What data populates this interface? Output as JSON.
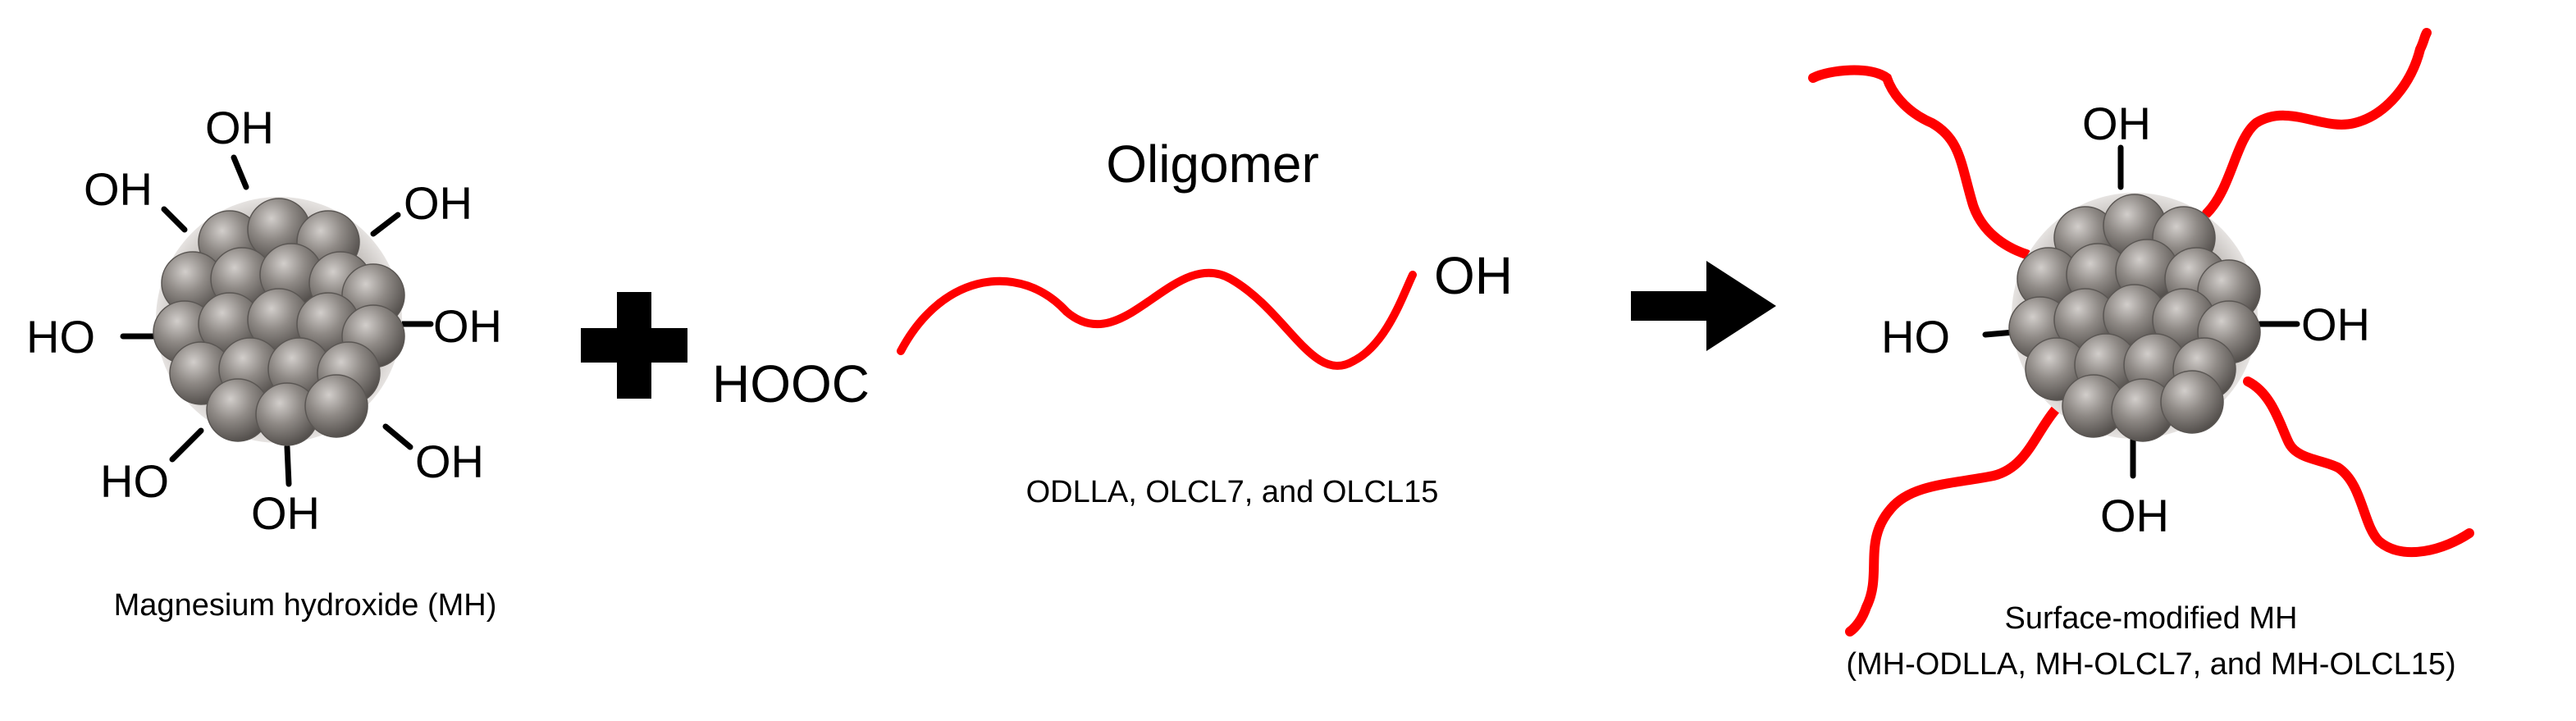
{
  "reactant": {
    "groups": {
      "top": "OH",
      "upper_left": "OH",
      "upper_right": "OH",
      "left": "HO",
      "right": "OH",
      "lower_left": "HO",
      "lower_right": "OH",
      "bottom": "OH"
    },
    "caption": "Magnesium hydroxide (MH)"
  },
  "plus_symbol": "+",
  "oligomer": {
    "title": "Oligomer",
    "left_end": "HOOC",
    "right_end": "OH",
    "caption": "ODLLA, OLCL7, and OLCL15",
    "chain_color": "#ff0000"
  },
  "product": {
    "groups": {
      "top": "OH",
      "left": "HO",
      "right": "OH",
      "bottom": "OH"
    },
    "caption_line1": "Surface-modified MH",
    "caption_line2": "(MH-ODLLA, MH-OLCL7, and MH-OLCL15)"
  },
  "colors": {
    "particle": "#8c8783",
    "particle_highlight": "#c9c5c1",
    "particle_shadow": "#4f4b48",
    "chain": "#ff0000",
    "arrow": "#000000"
  }
}
